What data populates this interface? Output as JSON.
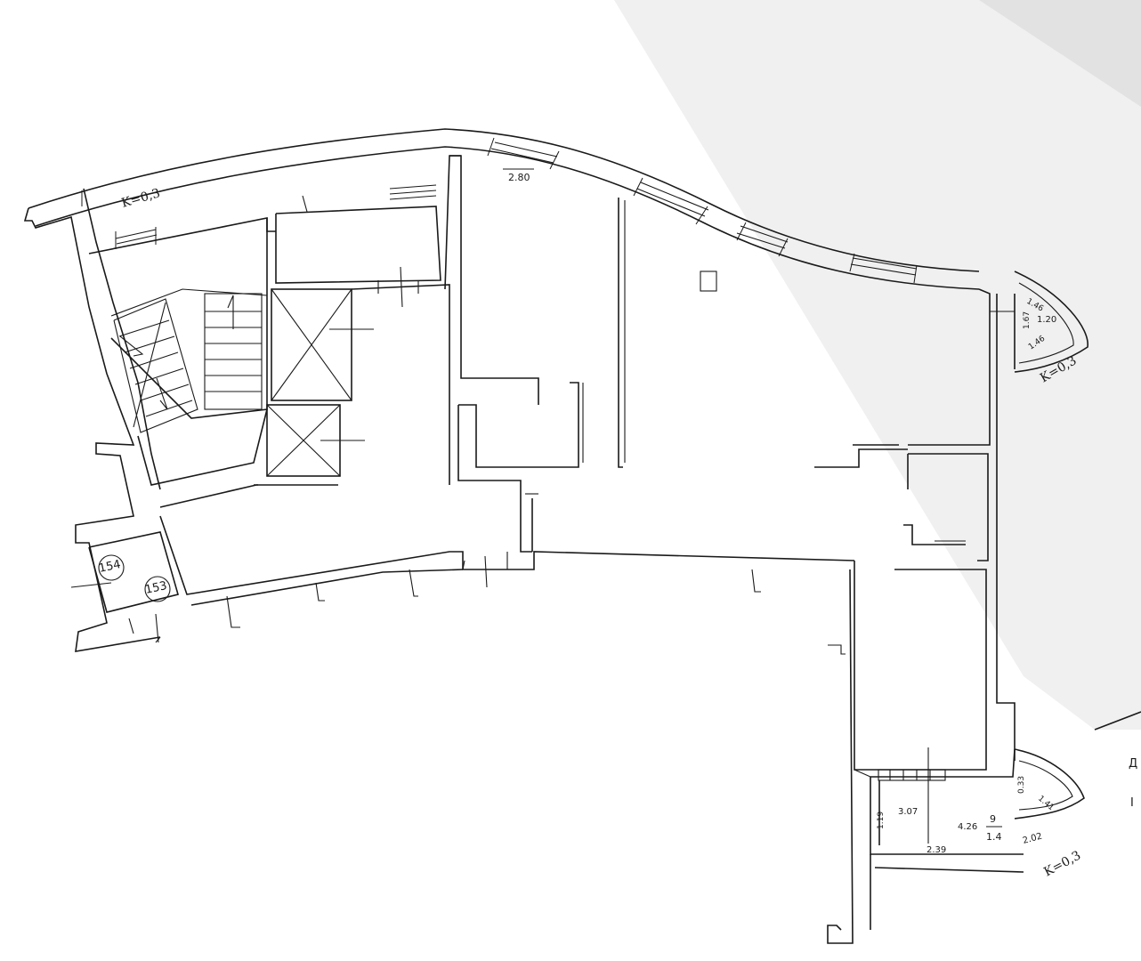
{
  "colors": {
    "paper": "#ffffff",
    "ink": "#1a1a1a",
    "shadow": "#ececec"
  },
  "labels": {
    "k_top": "K=0,3",
    "k_right": "K=0,3",
    "k_bottom": "K=0,3",
    "dim_280": "2.80",
    "bay_146a": "1.46",
    "bay_167": "1.67",
    "bay_120": "1.20",
    "bay_146b": "1.46",
    "dim_307": "3.07",
    "dim_119": "1.19",
    "dim_426": "4.26",
    "room_num": "9",
    "room_area": "1.4",
    "dim_033": "0.33",
    "dim_141": "1.41",
    "dim_202": "2.02",
    "dim_239": "2.39",
    "apt_154": "154",
    "apt_153": "153",
    "table_d": "Д",
    "table_l": "І"
  }
}
